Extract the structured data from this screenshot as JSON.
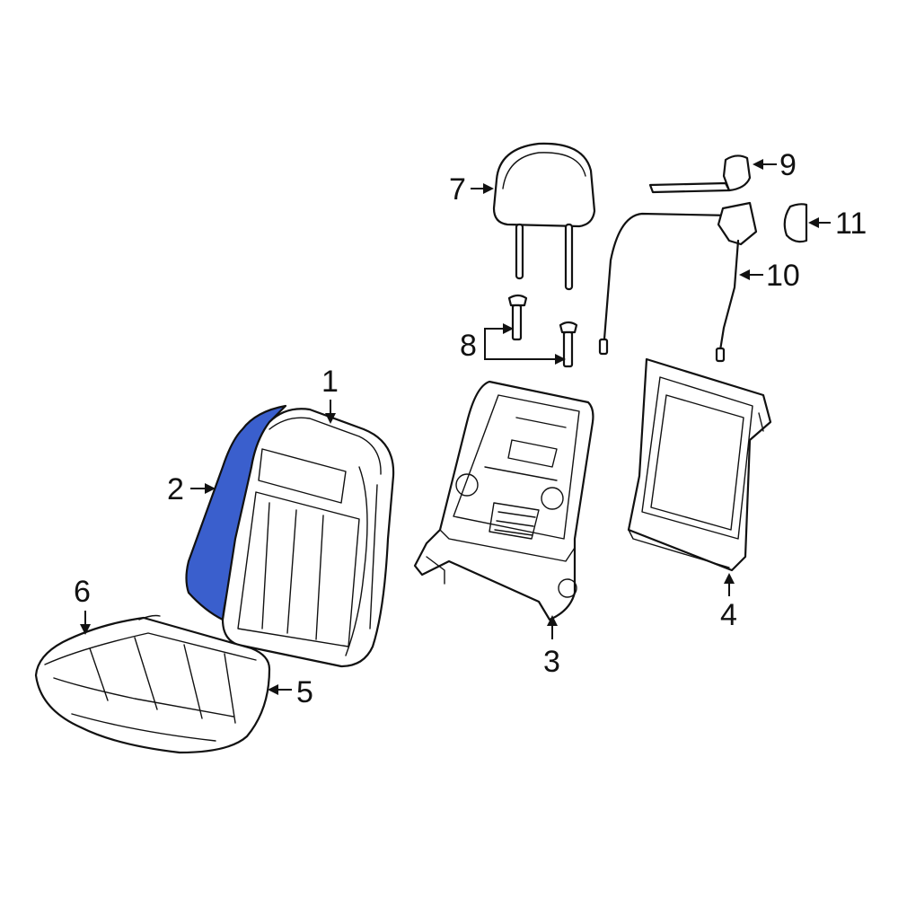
{
  "callouts": {
    "c1": "1",
    "c2": "2",
    "c3": "3",
    "c4": "4",
    "c5": "5",
    "c6": "6",
    "c7": "7",
    "c8": "8",
    "c9": "9",
    "c10": "10",
    "c11": "11"
  },
  "colors": {
    "highlight": "#3a5fcd",
    "line": "#111111",
    "background": "#ffffff"
  }
}
